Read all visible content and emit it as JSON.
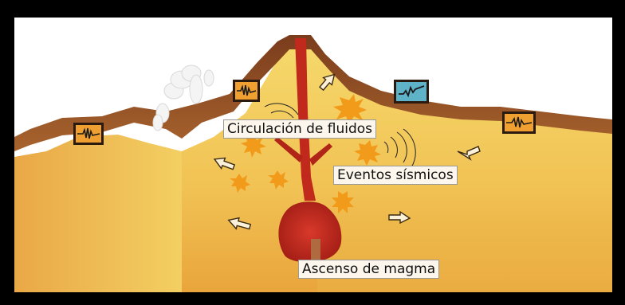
{
  "labels": {
    "fluid_circulation": "Circulación de fluidos",
    "seismic_events": "Eventos sísmicos",
    "magma_ascent": "Ascenso de magma"
  },
  "colors": {
    "background": "#ffffff",
    "frame": "#000000",
    "crust_surface": "#8a4a24",
    "interior": "#f2c75a",
    "magma": "#c0291c",
    "seismometer_box": "#f0a030",
    "seismometer_box_active": "#5fb3c9",
    "star_burst": "#f29a1a"
  },
  "icons": [
    "seismometer-icon",
    "seismometer-active-icon",
    "fumarole-icon",
    "arrow-icon",
    "star-burst-icon"
  ]
}
